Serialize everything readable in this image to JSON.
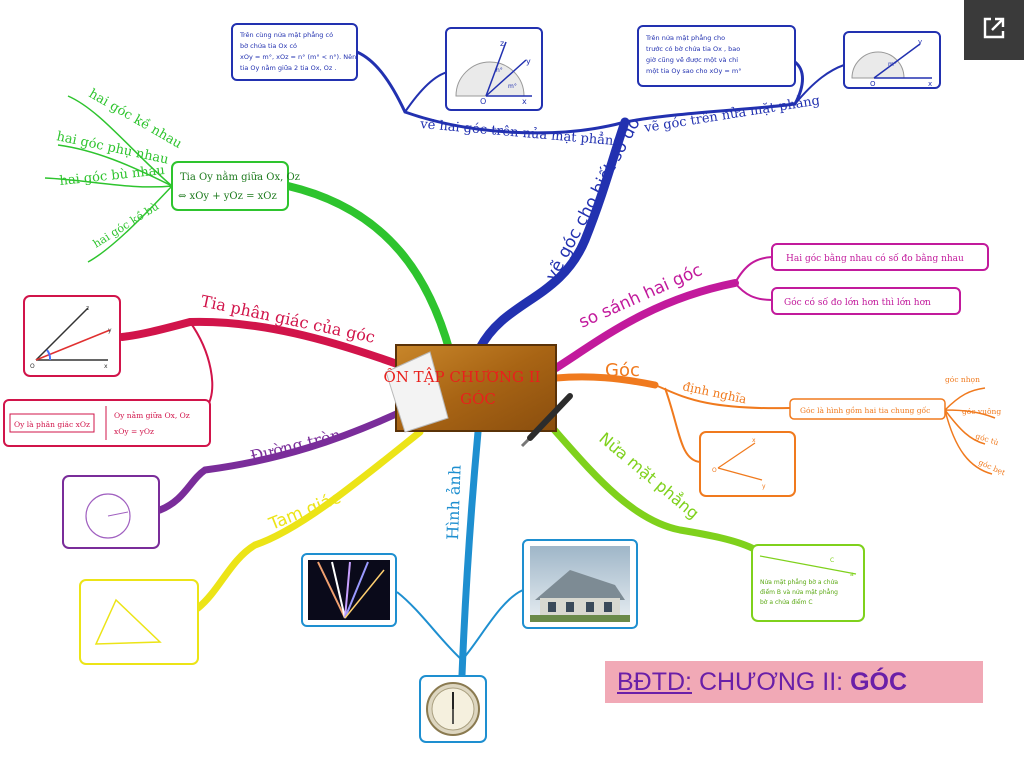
{
  "center": {
    "line1": "ÔN TẬP CHƯƠNG II",
    "line2": "GÓC"
  },
  "branches": {
    "ve_goc_so_do": "vẽ góc cho biết số đo",
    "ve_hai_goc": "vẽ hai góc trên nửa mặt phẳng",
    "ve_goc_nua_mp": "vẽ góc trên nửa mặt phẳng",
    "so_sanh": "so sánh hai góc",
    "goc": "Góc",
    "dinh_nghia": "định nghĩa",
    "nua_mat_phang": "Nửa mặt phẳng",
    "hinh_anh": "Hình ảnh",
    "tam_giac": "Tam giác",
    "duong_tron": "Đường tròn",
    "tia_phan_giac": "Tia phân giác của góc"
  },
  "green_leaves": [
    "hai góc kề nhau",
    "hai góc phụ nhau",
    "hai góc bù nhau",
    "hai góc kề bù"
  ],
  "green_box": {
    "line1": "Tia Oy nằm giữa Ox, Oz",
    "line2": "⇔ xOy + yOz = xOz"
  },
  "blue_box_left": {
    "line1": "Trên cùng nửa mặt phẳng có",
    "line2": "bờ chứa tia Ox có",
    "line3": "xOy = m°, xOz = n° (m° < n°). Nên",
    "line4": "tia Oy nằm giữa 2 tia Ox, Oz ."
  },
  "blue_box_right": {
    "line1": "Trên nửa mặt phẳng cho",
    "line2": "trước có bờ chứa tia Ox , bao",
    "line3": "giờ cũng vẽ được một và chỉ",
    "line4": "một tia Oy sao cho xOy = m°"
  },
  "so_sanh_items": [
    "Hai góc bằng nhau có số đo bằng nhau",
    "Góc có số đo lớn hơn thì lớn hơn"
  ],
  "goc_definition": "Góc là hình gồm hai tia chung gốc",
  "goc_types": [
    "góc nhọn",
    "góc vuông",
    "góc tù",
    "góc bẹt"
  ],
  "nua_mp_text": {
    "line1": "Nửa mặt phẳng bờ a chứa",
    "line2": "điểm B và nửa mặt phẳng",
    "line3": "bờ a chứa điểm C"
  },
  "tia_pg_box": {
    "left": "Oy là phân giác xOz",
    "right1": "Oy nằm giữa Ox, Oz",
    "right2": "xOy = yOz"
  },
  "diagram_labels": {
    "x": "x",
    "y": "y",
    "z": "z",
    "O": "O",
    "C": "C",
    "a": "a",
    "m": "m°",
    "n": "n°"
  },
  "title": {
    "part1": "BĐTD:",
    "part2": " CHƯƠNG II: ",
    "part3": "GÓC"
  },
  "colors": {
    "green": "#2ec42e",
    "blue": "#2231b0",
    "magenta": "#c21a9c",
    "orange": "#f07a1e",
    "lime": "#7fd11c",
    "sky": "#1e8fd0",
    "yellow": "#ece417",
    "purple": "#7a2d9a",
    "red": "#d1144a",
    "title_bg": "#f1a9b6",
    "title_fg": "#6a1fa8"
  }
}
